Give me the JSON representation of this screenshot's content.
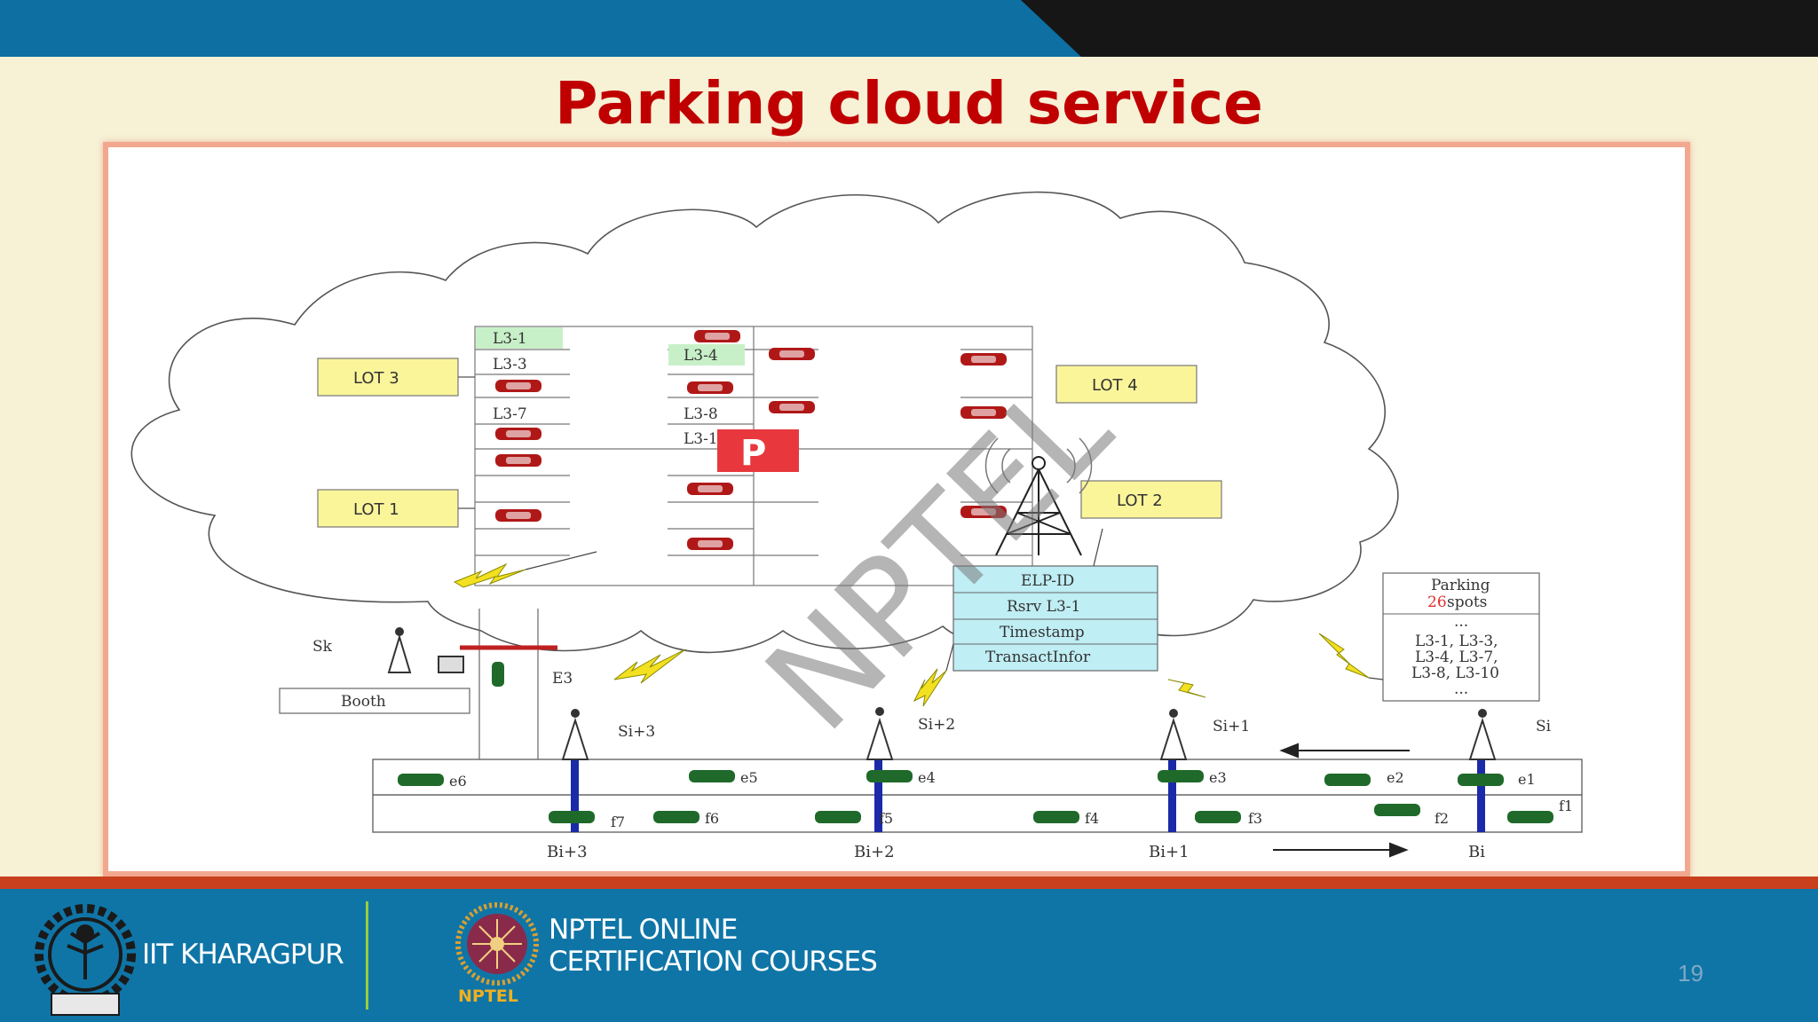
{
  "slide": {
    "title": "Parking cloud service",
    "page_number": "19",
    "watermark": "NPTEL"
  },
  "footer": {
    "institute": "IIT KHARAGPUR",
    "nptel_line1": "NPTEL ONLINE",
    "nptel_line2": "CERTIFICATION COURSES",
    "nptel_logo_text": "NPTEL"
  },
  "diagram": {
    "lots": {
      "lot3": "LOT 3",
      "lot1": "LOT 1",
      "lot4": "LOT 4",
      "lot2": "LOT 2"
    },
    "spots": {
      "s1": "L3-1",
      "s3": "L3-3",
      "s4": "L3-4",
      "s7": "L3-7",
      "s8": "L3-8",
      "s10": "L3-1"
    },
    "parking_sign": "P",
    "message_fields": [
      "ELP-ID",
      "Rsrv L3-1",
      "Timestamp",
      "TransactInfor"
    ],
    "parking_info": {
      "title": "Parking",
      "count": "26",
      "count_suffix": " spots",
      "dash1": "...",
      "line1": "L3-1, L3-3,",
      "line2": "L3-4, L3-7,",
      "line3": "L3-8, L3-10",
      "dash2": "..."
    },
    "booth": {
      "label": "Booth",
      "sk": "Sk",
      "e3": "E3"
    },
    "stations": {
      "si3": "Si+3",
      "si2": "Si+2",
      "si1": "Si+1",
      "si": "Si"
    },
    "segments": {
      "bi3": "Bi+3",
      "bi2": "Bi+2",
      "bi1": "Bi+1",
      "bi": "Bi"
    },
    "vehicles_upper": {
      "e6": "e6",
      "e5": "e5",
      "e4": "e4",
      "e3": "e3",
      "e2": "e2",
      "e1": "e1"
    },
    "vehicles_lower": {
      "f7": "f7",
      "f6": "f6",
      "f5": "f5",
      "f4": "f4",
      "f3": "f3",
      "f2": "f2",
      "f1": "f1"
    }
  },
  "colors": {
    "title": "#c00000",
    "top_bar_blue": "#0d6fa2",
    "top_bar_black": "#161616",
    "footer_blue": "#0f75a7",
    "footer_red": "#c8401e",
    "lot_box": "#fbf59a",
    "message_box": "#bfeef4",
    "parking_sign": "#e8383d",
    "road_marker": "#1a2aa8"
  }
}
